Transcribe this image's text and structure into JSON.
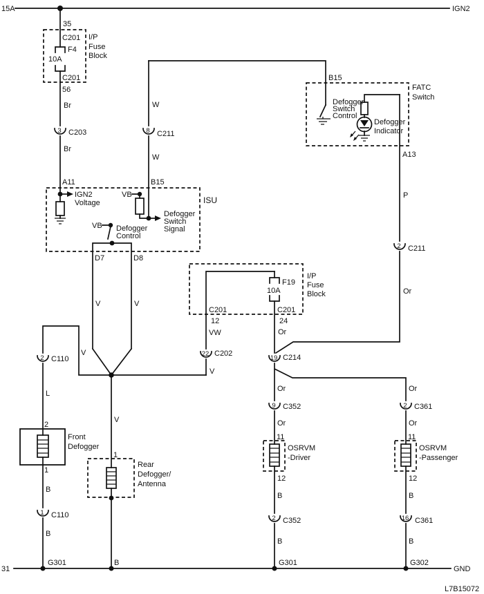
{
  "meta": {
    "doc_code": "L7B15072"
  },
  "rails": {
    "top_left": "15A",
    "top_right": "IGN2",
    "bottom_left": "31",
    "bottom_right": "GND"
  },
  "grounds": {
    "g1": "G301",
    "g2": "B",
    "g3": "G301",
    "g4": "G302"
  },
  "fuse_block_top": {
    "name": [
      "I/P",
      "Fuse",
      "Block"
    ],
    "pin_in": "35",
    "conn_in": "C201",
    "fuse_id": "F4",
    "rating": "10A",
    "conn_out": "C201",
    "pin_out": "56"
  },
  "fuse_block_mid": {
    "name": [
      "I/P",
      "Fuse",
      "Block"
    ],
    "fuse_id": "F19",
    "rating": "10A",
    "conn_left": "C201",
    "pin_left": "12",
    "conn_right": "C201",
    "pin_right": "24"
  },
  "isu": {
    "name": "ISU",
    "pin_a11": "A11",
    "pin_b15": "B15",
    "pin_d7": "D7",
    "pin_d8": "D8",
    "vb_left": "VB",
    "vb_right": "VB",
    "ign2_voltage": [
      "IGN2",
      "Voltage"
    ],
    "switch_signal": [
      "Defogger",
      "Switch",
      "Signal"
    ],
    "control": [
      "Defogger",
      "Control"
    ]
  },
  "fatc": {
    "name": [
      "FATC",
      "Switch"
    ],
    "pin_in": "B15",
    "pin_out": "A13",
    "switch_label": [
      "Defogger",
      "Switch",
      "Control"
    ],
    "indicator_label": [
      "Defogger",
      "Indicator"
    ]
  },
  "front_defogger": {
    "name": [
      "Front",
      "Defogger"
    ],
    "pin_top": "2",
    "pin_bottom": "1"
  },
  "rear_defogger": {
    "name": [
      "Rear",
      "Defogger/",
      "Antenna"
    ],
    "pin_top": "1"
  },
  "osrvm_driver": {
    "name": [
      "OSRVM",
      "-Driver"
    ],
    "pin_top": "11",
    "pin_bottom": "12"
  },
  "osrvm_passenger": {
    "name": [
      "OSRVM",
      "-Passenger"
    ],
    "pin_top": "11",
    "pin_bottom": "12"
  },
  "connectors": {
    "c203": {
      "pin": "3",
      "name": "C203"
    },
    "c211_8": {
      "pin": "8",
      "name": "C211"
    },
    "c211_2": {
      "pin": "2",
      "name": "C211"
    },
    "c110_2": {
      "pin": "2",
      "name": "C110"
    },
    "c110_1": {
      "pin": "1",
      "name": "C110"
    },
    "c202_22": {
      "pin": "22",
      "name": "C202"
    },
    "c214_19": {
      "pin": "19",
      "name": "C214"
    },
    "c352_9": {
      "pin": "9",
      "name": "C352"
    },
    "c352_2": {
      "pin": "2",
      "name": "C352"
    },
    "c361_2": {
      "pin": "2",
      "name": "C361"
    },
    "c361_16": {
      "pin": "16",
      "name": "C361"
    }
  },
  "wires": {
    "br1": "Br",
    "br2": "Br",
    "w1": "W",
    "w2": "W",
    "p": "P",
    "or_a13": "Or",
    "vw": "VW",
    "v_c202": "V",
    "v_left": "V",
    "v_d7": "V",
    "v_d8": "V",
    "v_rear": "V",
    "l": "L",
    "or_f19": "Or",
    "or_drv1": "Or",
    "or_drv2": "Or",
    "or_pas1": "Or",
    "or_pas2": "Or",
    "b_front1": "B",
    "b_front2": "B",
    "b_drv1": "B",
    "b_drv2": "B",
    "b_pas1": "B",
    "b_pas2": "B"
  }
}
